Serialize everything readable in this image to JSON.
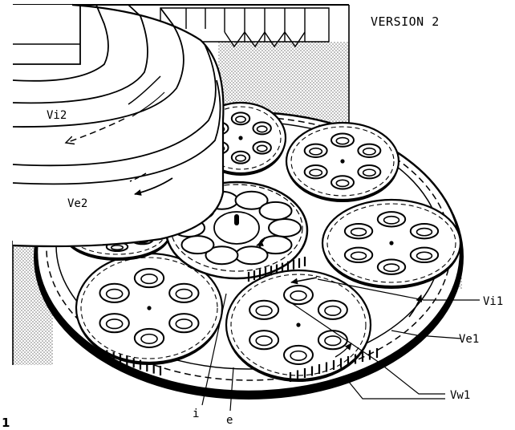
{
  "figure": {
    "version_title": "VERSION 2",
    "figure_number": "1"
  },
  "labels": {
    "vi2": "Vi2",
    "ve2": "Ve2",
    "vi1": "Vi1",
    "ve1": "Ve1",
    "vw1": "Vw1",
    "i": "i",
    "e": "e"
  },
  "colors": {
    "line": "#000000",
    "background": "#ffffff",
    "stipple": "#8a8a8a"
  }
}
